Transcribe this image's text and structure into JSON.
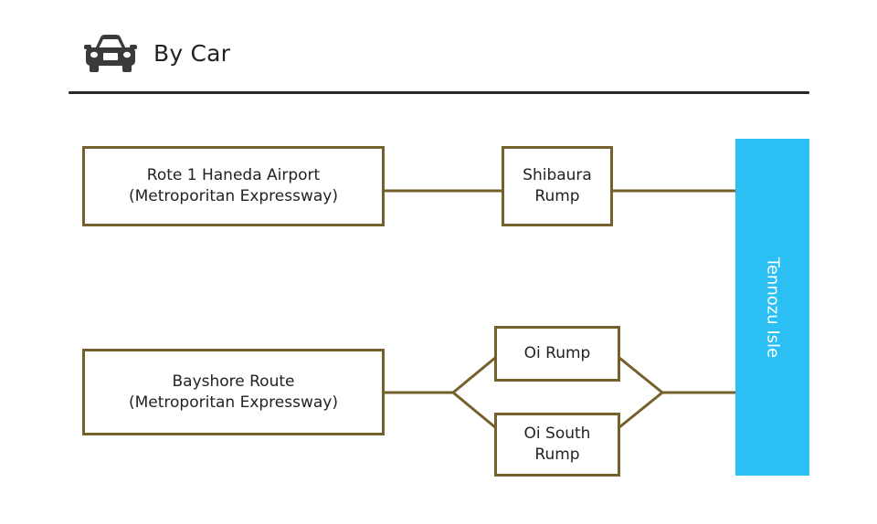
{
  "header": {
    "icon": "car-icon",
    "title": "By Car"
  },
  "colors": {
    "box_border": "#73602a",
    "connector": "#73602a",
    "destination_fill": "#2bbff4",
    "destination_text": "#ffffff",
    "rule": "#2a2a2a"
  },
  "routes": {
    "haneda": {
      "label": "Rote 1 Haneda Airport\n(Metroporitan Expressway)"
    },
    "bayshore": {
      "label": "Bayshore Route\n (Metroporitan Expressway)"
    }
  },
  "ramps": {
    "shibaura": {
      "label": "Shibaura\nRump"
    },
    "oi": {
      "label": "Oi  Rump"
    },
    "oi_south": {
      "label": "Oi  South\nRump"
    }
  },
  "destination": {
    "label": "Tennozu Isle"
  }
}
